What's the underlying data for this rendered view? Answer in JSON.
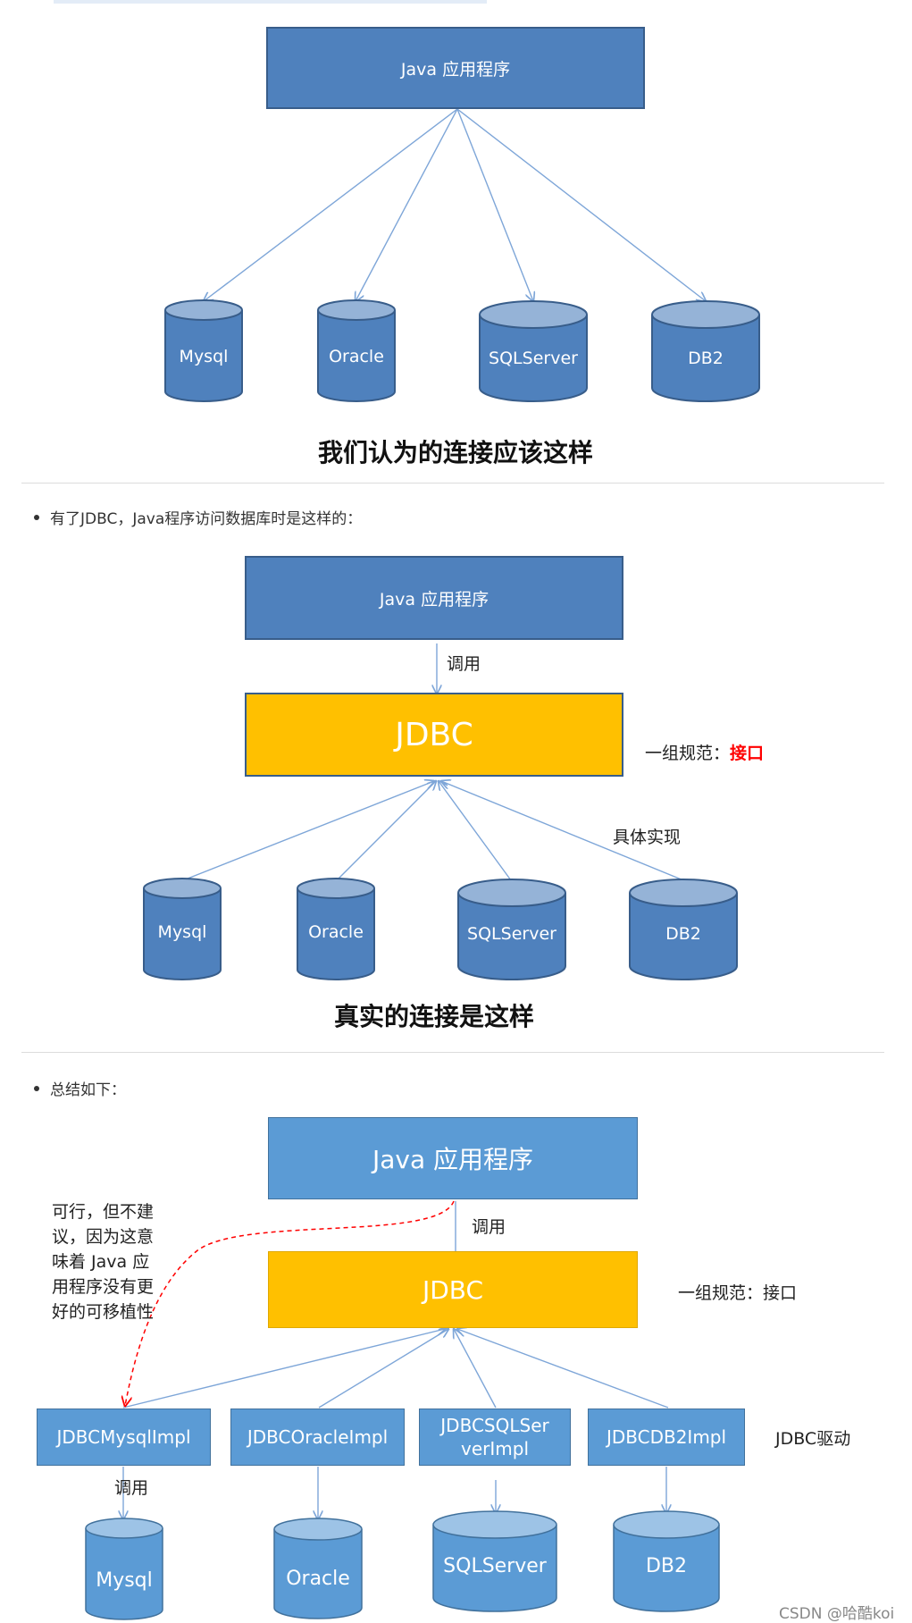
{
  "section1": {
    "java_app": "Java 应用程序",
    "databases": [
      "Mysql",
      "Oracle",
      "SQLServer",
      "DB2"
    ],
    "caption": "我们认为的连接应该这样"
  },
  "section2": {
    "bullet": "有了JDBC，Java程序访问数据库时是这样的：",
    "java_app": "Java 应用程序",
    "call_label": "调用",
    "jdbc": "JDBC",
    "spec_prefix": "一组规范：",
    "spec_emphasis": "接口",
    "impl_label": "具体实现",
    "databases": [
      "Mysql",
      "Oracle",
      "SQLServer",
      "DB2"
    ],
    "caption": "真实的连接是这样"
  },
  "section3": {
    "bullet": "总结如下：",
    "java_app": "Java 应用程序",
    "call_label": "调用",
    "jdbc": "JDBC",
    "spec": "一组规范：接口",
    "note": [
      "可行，但不建",
      "议，因为这意",
      "味着 Java 应",
      "用程序没有更",
      "好的可移植性"
    ],
    "impls": [
      "JDBCMysqlImpl",
      "JDBCOracleImpl",
      "JDBCSQLSer verImpl",
      "JDBCDB2Impl"
    ],
    "driver_label": "JDBC驱动",
    "impl_call_label": "调用",
    "databases": [
      "Mysql",
      "Oracle",
      "SQLServer",
      "DB2"
    ]
  },
  "watermark": "CSDN @哈酷koi",
  "colors": {
    "box_blue": "#4f81bd",
    "box_blue_light": "#5b9bd5",
    "jdbc_yellow": "#ffc000",
    "arrow_blue": "#7ea6d8",
    "dashed_red": "#ff0000"
  }
}
